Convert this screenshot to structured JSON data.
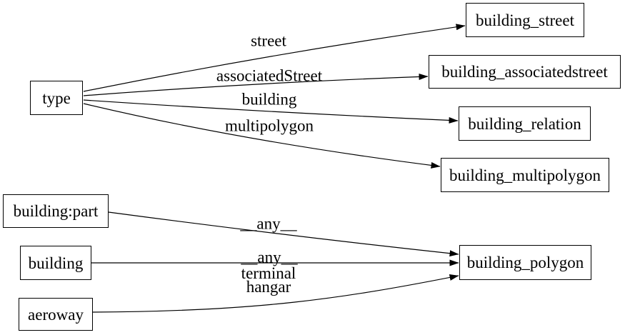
{
  "diagram": {
    "kind": "directed-graph",
    "background_color": "#ffffff",
    "node_fill_color": "#ffffff",
    "node_border_color": "#000000",
    "edge_color": "#000000",
    "text_color": "#000000",
    "nodes": [
      {
        "id": "type",
        "label": "type"
      },
      {
        "id": "building_street",
        "label": "building_street"
      },
      {
        "id": "building_associatedstreet",
        "label": "building_associatedstreet"
      },
      {
        "id": "building_relation",
        "label": "building_relation"
      },
      {
        "id": "building_multipolygon",
        "label": "building_multipolygon"
      },
      {
        "id": "building:part",
        "label": "building:part"
      },
      {
        "id": "building",
        "label": "building"
      },
      {
        "id": "aeroway",
        "label": "aeroway"
      },
      {
        "id": "building_polygon",
        "label": "building_polygon"
      }
    ],
    "edges": [
      {
        "from": "type",
        "to": "building_street",
        "label": "street"
      },
      {
        "from": "type",
        "to": "building_associatedstreet",
        "label": "associatedStreet"
      },
      {
        "from": "type",
        "to": "building_relation",
        "label": "building"
      },
      {
        "from": "type",
        "to": "building_multipolygon",
        "label": "multipolygon"
      },
      {
        "from": "building:part",
        "to": "building_polygon",
        "label": "__any__"
      },
      {
        "from": "building",
        "to": "building_polygon",
        "label": "__any__"
      },
      {
        "from": "aeroway",
        "to": "building_polygon",
        "label": "terminal\nhangar"
      }
    ]
  }
}
